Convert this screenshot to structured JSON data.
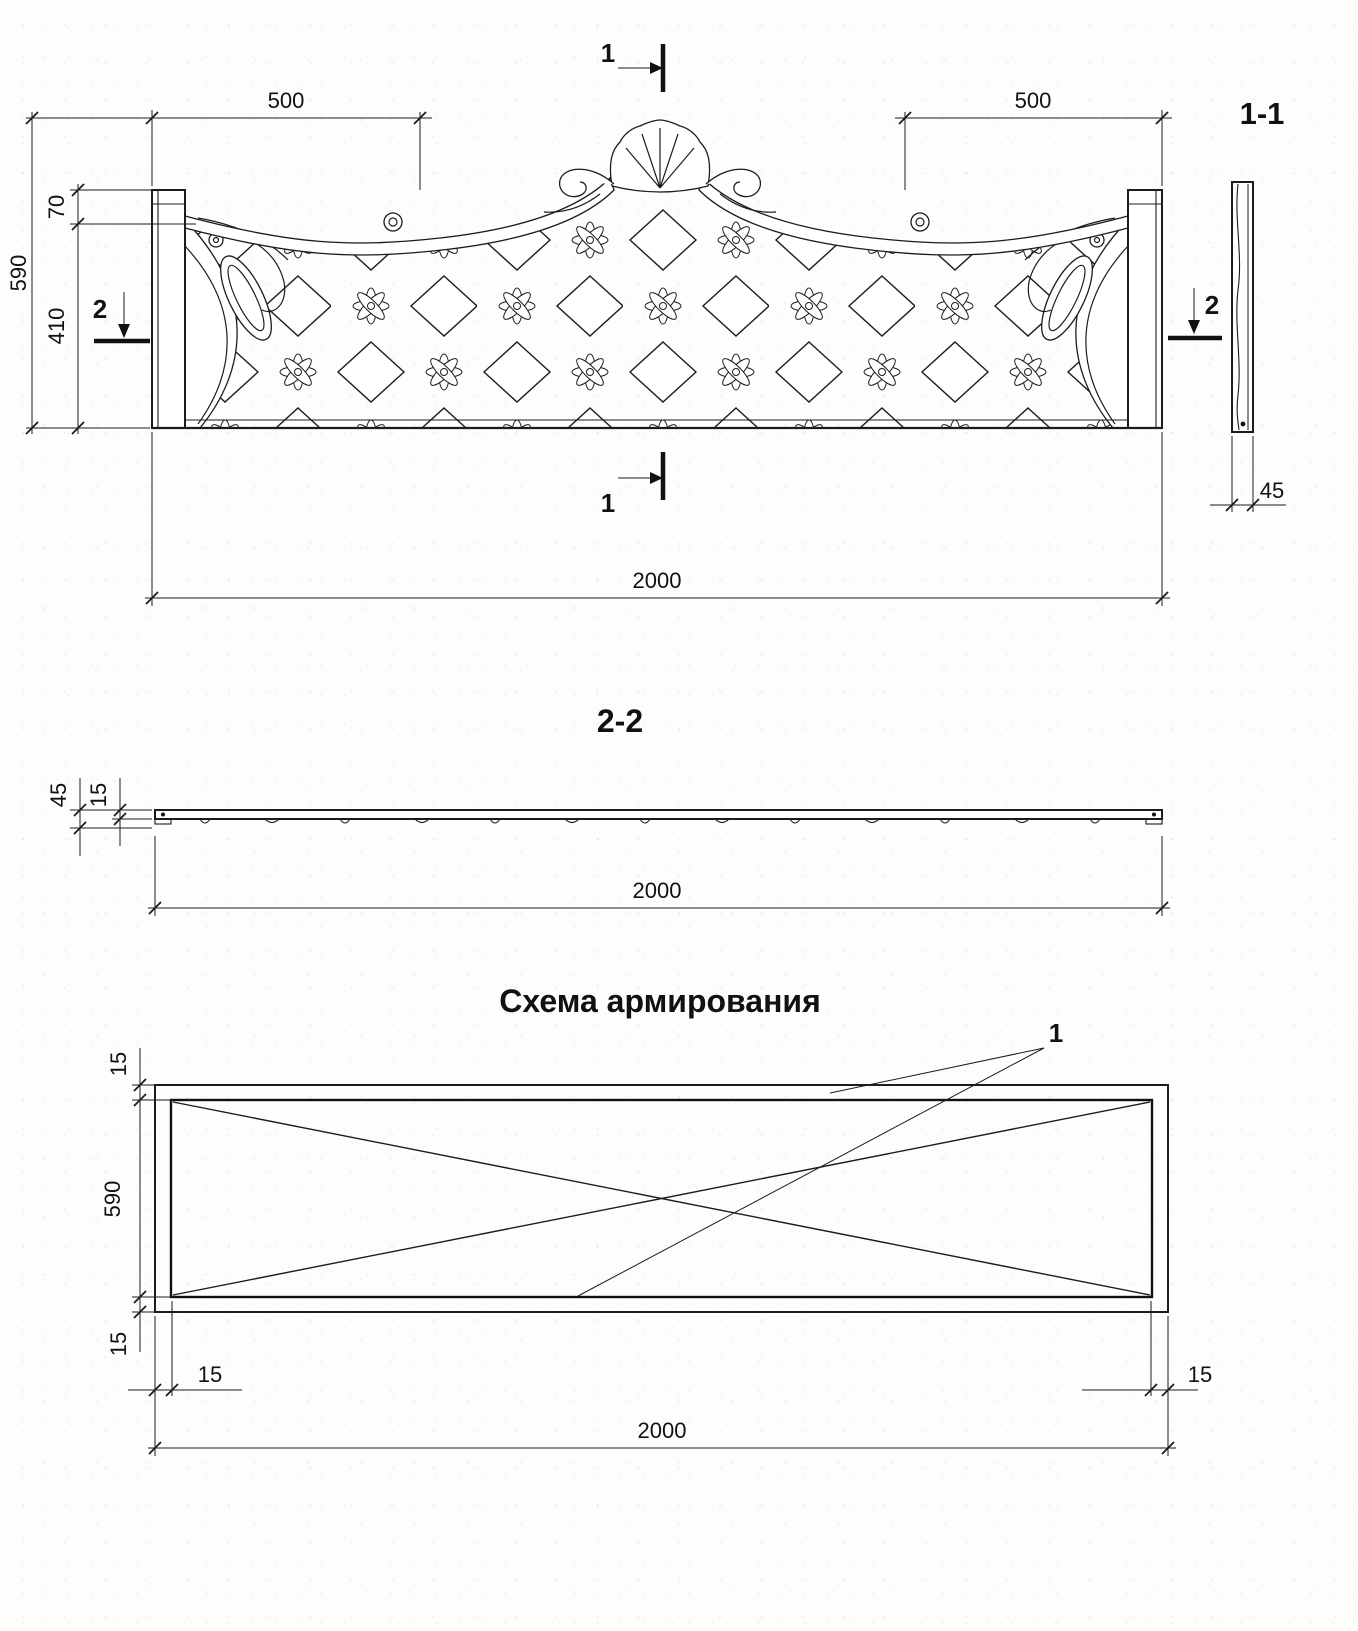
{
  "elevation": {
    "dim_left_offset": "500",
    "dim_right_offset": "500",
    "dim_total_height": "590",
    "dim_crest_height": "70",
    "dim_field_height": "410",
    "dim_length": "2000",
    "marker_section1_top": "1",
    "marker_section1_bottom": "1",
    "marker_section2_left": "2",
    "marker_section2_right": "2"
  },
  "section11": {
    "title": "1-1",
    "dim_thickness": "45"
  },
  "section22": {
    "title": "2-2",
    "dim_total_thickness": "45",
    "dim_plate_thickness": "15",
    "dim_length": "2000"
  },
  "reinforcement": {
    "title": "Схема армирования",
    "bar_callout": "1",
    "dim_top_cover": "15",
    "dim_height": "590",
    "dim_bottom_cover": "15",
    "dim_left_cover": "15",
    "dim_right_cover": "15",
    "dim_length": "2000"
  }
}
